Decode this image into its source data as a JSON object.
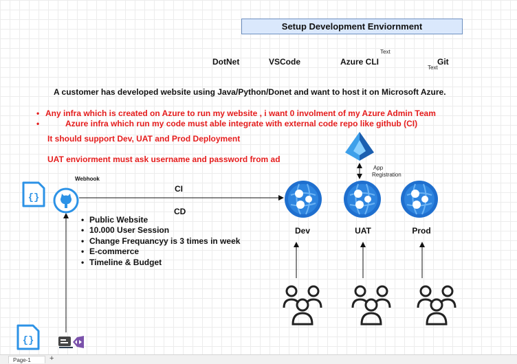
{
  "title": "Setup Development Enviornment",
  "tools": [
    "DotNet",
    "VSCode",
    "Azure CLI",
    "Git"
  ],
  "text_labels": [
    "Text",
    "Text"
  ],
  "lead_text": "A customer has developed website using Java/Python/Donet and want to host it on Microsoft Azure.",
  "red_bullets": [
    "Any infra which is created on Azure to run my website , i want 0 involment of my Azure Admin Team",
    "Azure infra which run my code must able integrate with external code repo like github (CI)"
  ],
  "red_lines": [
    "It should support Dev, UAT and Prod Deployment",
    "UAT enviorment must ask username and password from ad"
  ],
  "webhook_label": "Webhook",
  "ci_label": "CI",
  "cd_label": "CD",
  "requirements": [
    "Public Website",
    "10.000 User Session",
    "Change Frequancyy is 3 times in week",
    "E-commerce",
    "Timeline & Budget"
  ],
  "app_registration": [
    "App",
    "Registration"
  ],
  "environments": [
    "Dev",
    "UAT",
    "Prod"
  ],
  "page_tab": "Page-1",
  "colors": {
    "title_fill": "#dae8fc",
    "title_stroke": "#6c8ebf",
    "requirement_red": "#e51c1c",
    "azure_blue": "#1f6fce",
    "github_blue": "#2c92e6"
  },
  "icons": [
    "json-file-icon",
    "github-icon",
    "web-app-icon",
    "users-icon",
    "app-registration-icon",
    "visual-studio-icon"
  ]
}
